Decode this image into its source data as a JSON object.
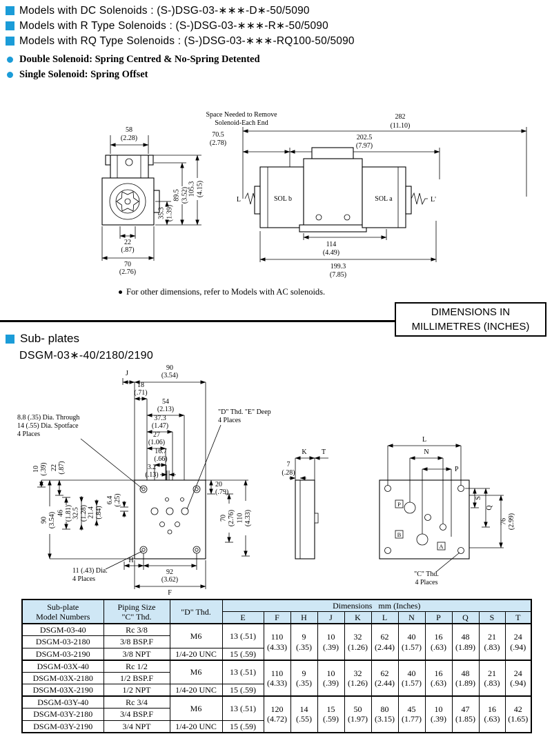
{
  "ui": {
    "accent": "#1b9cd8",
    "header_bg": "#cfe7f5"
  },
  "header": {
    "models": [
      "Models with DC Solenoids : (S-)DSG-03-∗∗∗-D∗-50/5090",
      "Models with R Type Solenoids : (S-)DSG-03-∗∗∗-R∗-50/5090",
      "Models with RQ Type Solenoids : (S-)DSG-03-∗∗∗-RQ100-50/5090"
    ],
    "features": [
      "Double Solenoid: Spring Centred & No-Spring Detented",
      "Single Solenoid: Spring Offset"
    ]
  },
  "valve": {
    "space1": "Space Needed to Remove",
    "space2": "Solenoid-Each End",
    "d705": "70.5",
    "d705i": "(2.78)",
    "d282": "282",
    "d282i": "(11.10)",
    "d2025": "202.5",
    "d2025i": "(7.97)",
    "d58": "58",
    "d58i": "(2.28)",
    "d1053": "105.3",
    "d1053i": "(4.15)",
    "d895": "89.5",
    "d895i": "(3.52)",
    "d353": "35.3",
    "d353i": "(1.39)",
    "d22": "22",
    "d22i": "(.87)",
    "d70": "70",
    "d70i": "(2.76)",
    "solb": "SOL b",
    "sola": "SOL a",
    "ll": "L",
    "lr": "L'",
    "d114": "114",
    "d114i": "(4.49)",
    "d1993": "199.3",
    "d1993i": "(7.85)",
    "note": "For other dimensions, refer to Models with AC solenoids."
  },
  "dimbox": {
    "line1": "DIMENSIONS IN",
    "line2": "MILLIMETRES (INCHES)"
  },
  "sub": {
    "title": "Sub- plates",
    "model": "DSGM-03∗-40/2180/2190",
    "dJ": "J",
    "d90t": "90",
    "d90ti": "(3.54)",
    "d18": "18",
    "d18i": "(.71)",
    "d54": "54",
    "d54i": "(2.13)",
    "d373": "37.3",
    "d373i": "(1.47)",
    "d27": "27",
    "d27i": "(1.06)",
    "d167": "16.7",
    "d167i": "(.66)",
    "d32": "3.2",
    "d32i": "(.13)",
    "d20": "20",
    "d20i": "(.79)",
    "dthd1": "\"D\" Thd. \"E\" Deep",
    "dthd2": "4 Places",
    "spot1": "8.8 (.35) Dia. Through",
    "spot2": "14 (.55) Dia. Spotface",
    "spot3": "4 Places",
    "d10": "10",
    "d10i": "(.39)",
    "d22": "22",
    "d22i": "(.87)",
    "d64": "6.4",
    "d64i": "(.25)",
    "d90l": "90",
    "d90li": "(3.54)",
    "d46": "46",
    "d46i": "(1.81)",
    "d325": "32.5",
    "d325i": "(1.28)",
    "d214": "21.4",
    "d214i": "(.84)",
    "d70": "70",
    "d70i": "(2.76)",
    "d110": "110",
    "d110i": "(4.33)",
    "dia1": "11 (.43) Dia.",
    "dia2": "4 Places",
    "dH": "H",
    "d92": "92",
    "d92i": "(3.62)",
    "dF": "F",
    "dK": "K",
    "dT": "T",
    "d7": "7",
    "d7i": "(.28)",
    "dL": "L",
    "dN": "N",
    "dPdim": "P",
    "dS": "S",
    "dQ": "Q",
    "d76": "76",
    "d76i": "(2.99)",
    "cthd1": "\"C\" Thd.",
    "cthd2": "4 Places",
    "portP": "P",
    "portA": "A",
    "portB": "B"
  },
  "table": {
    "h_model1": "Sub-plate",
    "h_model2": "Model Numbers",
    "h_piping1": "Piping Size",
    "h_piping2": "\"C\" Thd.",
    "h_dthd": "\"D\" Thd.",
    "h_dims": "Dimensions   mm (Inches)",
    "cols": [
      "E",
      "F",
      "H",
      "J",
      "K",
      "L",
      "N",
      "P",
      "Q",
      "S",
      "T"
    ],
    "groups": [
      {
        "models": [
          "DSGM-03-40",
          "DSGM-03-2180",
          "DSGM-03-2190"
        ],
        "pipings": [
          "Rc 3/8",
          "3/8 BSP.F",
          "3/8 NPT"
        ],
        "dthd_a": "M6",
        "dthd_b": "1/4-20 UNC",
        "e_a": "13 (.51)",
        "e_b": "15 (.59)",
        "mm": [
          "110",
          "9",
          "10",
          "32",
          "62",
          "40",
          "16",
          "48",
          "21",
          "24"
        ],
        "in": [
          "(4.33)",
          "(.35)",
          "(.39)",
          "(1.26)",
          "(2.44)",
          "(1.57)",
          "(.63)",
          "(1.89)",
          "(.83)",
          "(.94)"
        ]
      },
      {
        "models": [
          "DSGM-03X-40",
          "DSGM-03X-2180",
          "DSGM-03X-2190"
        ],
        "pipings": [
          "Rc 1/2",
          "1/2 BSP.F",
          "1/2 NPT"
        ],
        "dthd_a": "M6",
        "dthd_b": "1/4-20 UNC",
        "e_a": "13 (.51)",
        "e_b": "15 (.59)",
        "mm": [
          "110",
          "9",
          "10",
          "32",
          "62",
          "40",
          "16",
          "48",
          "21",
          "24"
        ],
        "in": [
          "(4.33)",
          "(.35)",
          "(.39)",
          "(1.26)",
          "(2.44)",
          "(1.57)",
          "(.63)",
          "(1.89)",
          "(.83)",
          "(.94)"
        ]
      },
      {
        "models": [
          "DSGM-03Y-40",
          "DSGM-03Y-2180",
          "DSGM-03Y-2190"
        ],
        "pipings": [
          "Rc 3/4",
          "3/4 BSP.F",
          "3/4 NPT"
        ],
        "dthd_a": "M6",
        "dthd_b": "1/4-20 UNC",
        "e_a": "13 (.51)",
        "e_b": "15 (.59)",
        "mm": [
          "120",
          "14",
          "15",
          "50",
          "80",
          "45",
          "10",
          "47",
          "16",
          "42"
        ],
        "in": [
          "(4.72)",
          "(.55)",
          "(.59)",
          "(1.97)",
          "(3.15)",
          "(1.77)",
          "(.39)",
          "(1.85)",
          "(.63)",
          "(1.65)"
        ]
      }
    ]
  }
}
